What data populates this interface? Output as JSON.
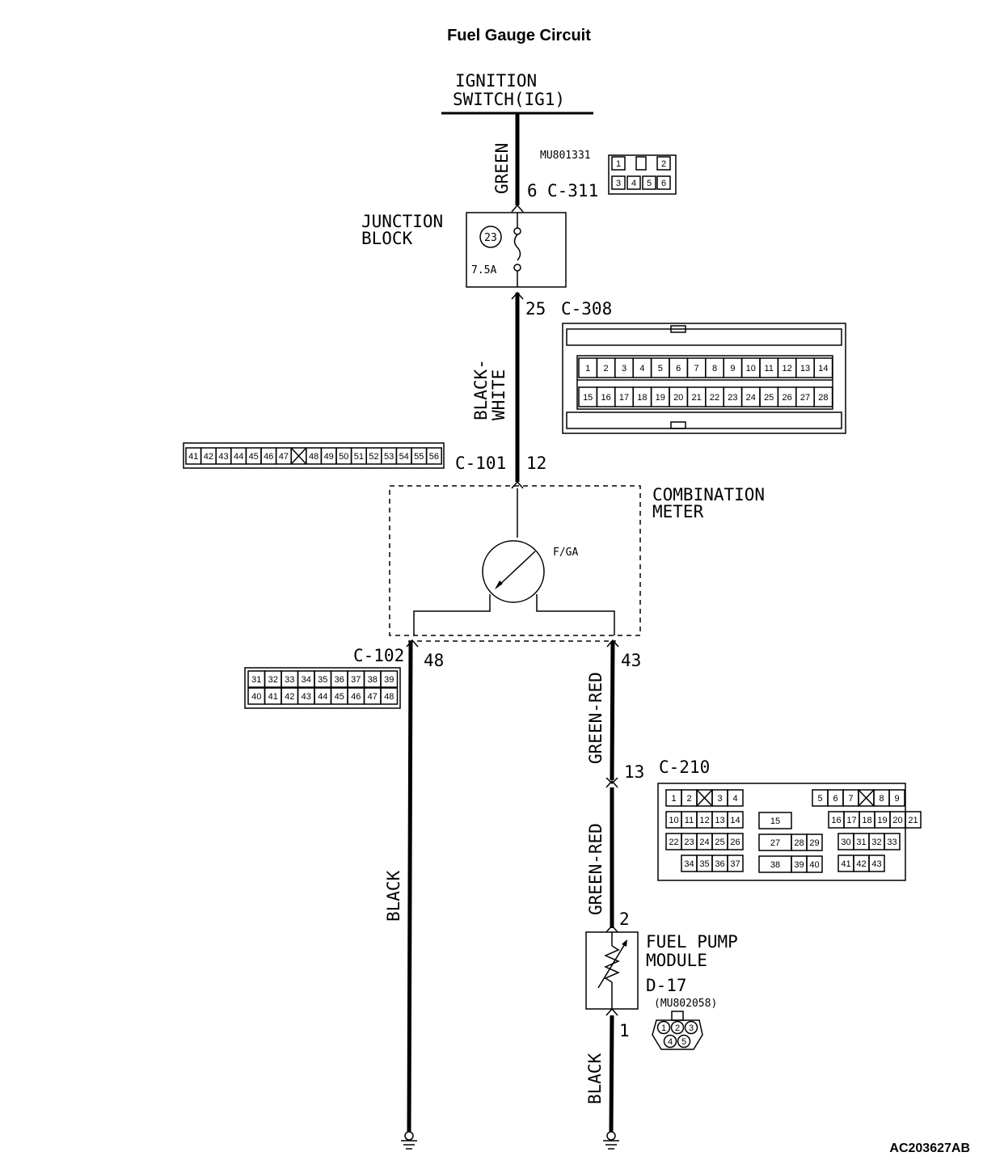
{
  "title": "Fuel Gauge Circuit",
  "figure_code": "AC203627AB",
  "ignition_switch": {
    "line1": "IGNITION",
    "line2": "SWITCH(IG1)"
  },
  "wire_green": "GREEN",
  "c311": {
    "pin": "6",
    "name": "C-311",
    "part_no": "MU801331",
    "pins": [
      "1",
      "2",
      "3",
      "4",
      "5",
      "6"
    ]
  },
  "junction_block": {
    "line1": "JUNCTION",
    "line2": "BLOCK",
    "fuse_no": "23",
    "fuse_rating": "7.5A"
  },
  "c308": {
    "pin": "25",
    "name": "C-308",
    "row1": [
      "1",
      "2",
      "3",
      "4",
      "5",
      "6",
      "7",
      "8",
      "9",
      "10",
      "11",
      "12",
      "13",
      "14"
    ],
    "row2": [
      "15",
      "16",
      "17",
      "18",
      "19",
      "20",
      "21",
      "22",
      "23",
      "24",
      "25",
      "26",
      "27",
      "28"
    ]
  },
  "wire_black_white": {
    "line1": "BLACK-",
    "line2": "WHITE"
  },
  "c101": {
    "name": "C-101",
    "pin": "12",
    "pins": [
      "41",
      "42",
      "43",
      "44",
      "45",
      "46",
      "47",
      "",
      "48",
      "49",
      "50",
      "51",
      "52",
      "53",
      "54",
      "55",
      "56"
    ]
  },
  "combination_meter": {
    "line1": "COMBINATION",
    "line2": "METER",
    "gauge": "F/GA"
  },
  "c102": {
    "name": "C-102",
    "pin_black": "48",
    "pin_green_red": "43",
    "row1": [
      "31",
      "32",
      "33",
      "34",
      "35",
      "36",
      "37",
      "38",
      "39"
    ],
    "row2": [
      "40",
      "41",
      "42",
      "43",
      "44",
      "45",
      "46",
      "47",
      "48"
    ]
  },
  "wire_green_red": "GREEN-RED",
  "c210": {
    "pin": "13",
    "name": "C-210",
    "pins": [
      "1",
      "2",
      "3",
      "4",
      "5",
      "6",
      "7",
      "8",
      "9",
      "10",
      "11",
      "12",
      "13",
      "14",
      "15",
      "16",
      "17",
      "18",
      "19",
      "20",
      "21",
      "22",
      "23",
      "24",
      "25",
      "26",
      "27",
      "28",
      "29",
      "30",
      "31",
      "32",
      "33",
      "34",
      "35",
      "36",
      "37",
      "38",
      "39",
      "40",
      "41",
      "42",
      "43"
    ]
  },
  "wire_green_red_2": "GREEN-RED",
  "fuel_pump": {
    "pin_top": "2",
    "line1": "FUEL PUMP",
    "line2": "MODULE",
    "connector": "D-17",
    "part_no": "(MU802058)",
    "pin_bottom": "1",
    "pins": [
      "1",
      "2",
      "3",
      "4",
      "5"
    ]
  },
  "wire_black_left": "BLACK",
  "wire_black_right": "BLACK"
}
